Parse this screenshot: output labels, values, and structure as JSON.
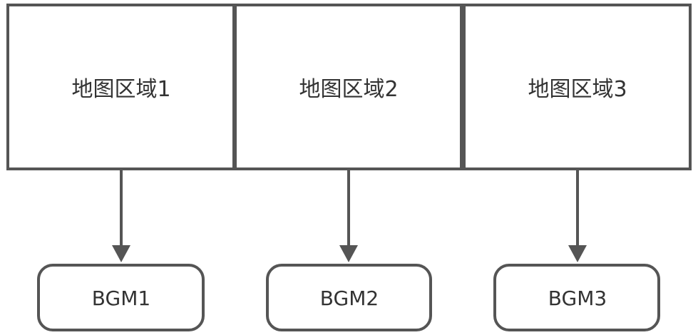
{
  "regions": [
    {
      "label": "地图区域1"
    },
    {
      "label": "地图区域2"
    },
    {
      "label": "地图区域3"
    }
  ],
  "bgms": [
    {
      "label": "BGM1"
    },
    {
      "label": "BGM2"
    },
    {
      "label": "BGM3"
    }
  ],
  "colors": {
    "stroke": "#555555",
    "text": "#333333",
    "fill": "#ffffff"
  }
}
